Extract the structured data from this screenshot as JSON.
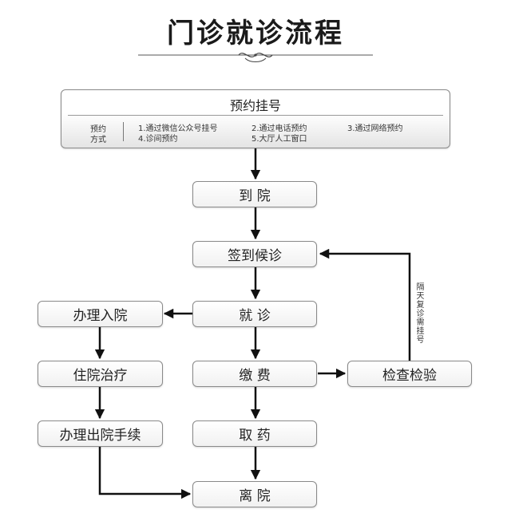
{
  "title": "门诊就诊流程",
  "booking": {
    "title": "预约挂号",
    "methods_label_line1": "预约",
    "methods_label_line2": "方式",
    "methods": [
      "1.通过微信公众号挂号",
      "2.通过电话预约",
      "3.通过网络预约",
      "4.诊间预约",
      "5.大厅人工窗口"
    ]
  },
  "nodes": {
    "arrive": "到 院",
    "checkin": "签到候诊",
    "consult": "就 诊",
    "pay": "缴 费",
    "medicine": "取 药",
    "leave": "离 院",
    "admission": "办理入院",
    "inpatient": "住院治疗",
    "discharge": "办理出院手续",
    "exam": "检查检验"
  },
  "edge_labels": {
    "return_visit": "隔天复诊需挂号"
  }
}
